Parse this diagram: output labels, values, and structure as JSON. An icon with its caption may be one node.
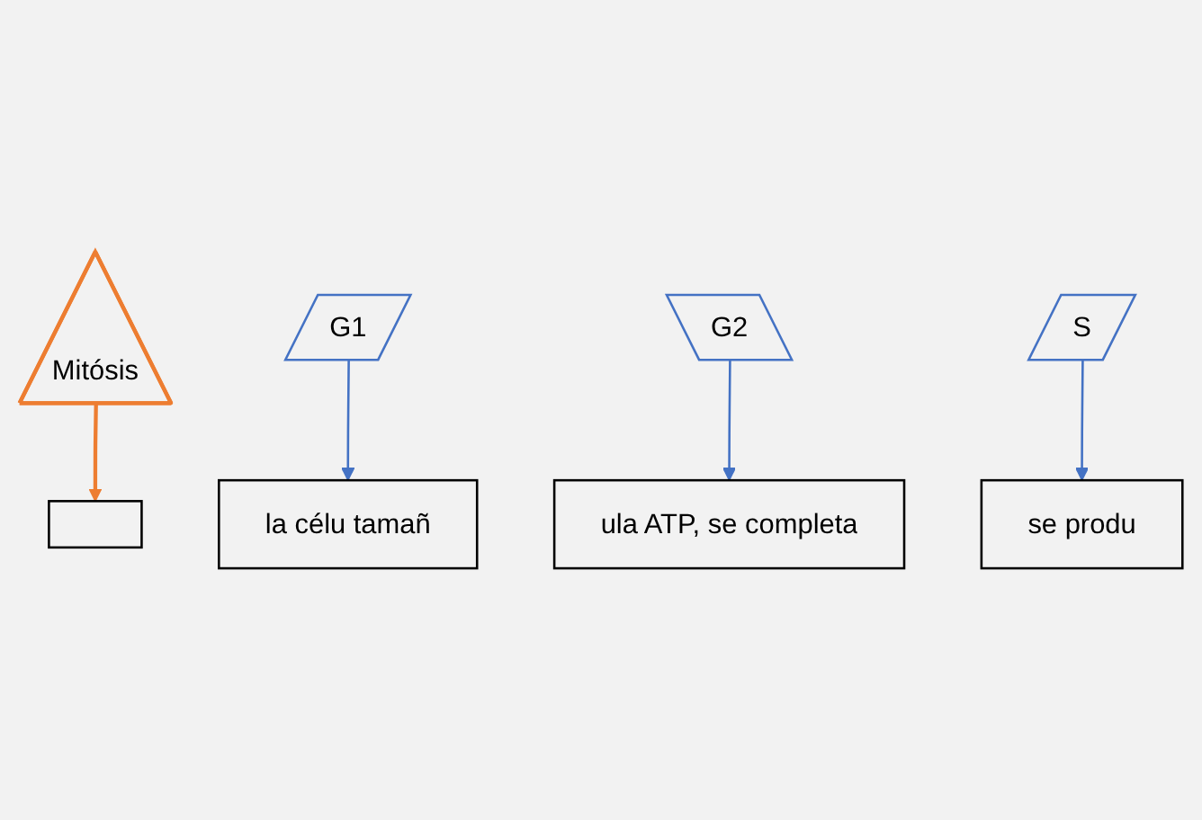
{
  "diagram": {
    "nodes": [
      {
        "text": [],
        "shape": "box"
      },
      {
        "text": [
          "la célu tamañ"
        ]
      },
      {
        "text": [
          "Mitósis"
        ]
      },
      {
        "text": [
          "G1"
        ]
      },
      {
        "text": [
          "G2"
        ]
      },
      {
        "text": [
          "S"
        ]
      },
      {
        "text": [
          "ula ATP, se completa"
        ]
      },
      {
        "text": [
          "se produ"
        ]
      }
    ],
    "edges": [
      {
        "from": 2,
        "to": 0,
        "arrow": "to",
        "color": "#ed7d31"
      },
      {
        "from": 3,
        "to": 1,
        "arrow": "to"
      },
      {
        "from": 4,
        "to": 6,
        "arrow": "to"
      },
      {
        "from": 5,
        "to": 7,
        "arrow": "to"
      }
    ]
  }
}
